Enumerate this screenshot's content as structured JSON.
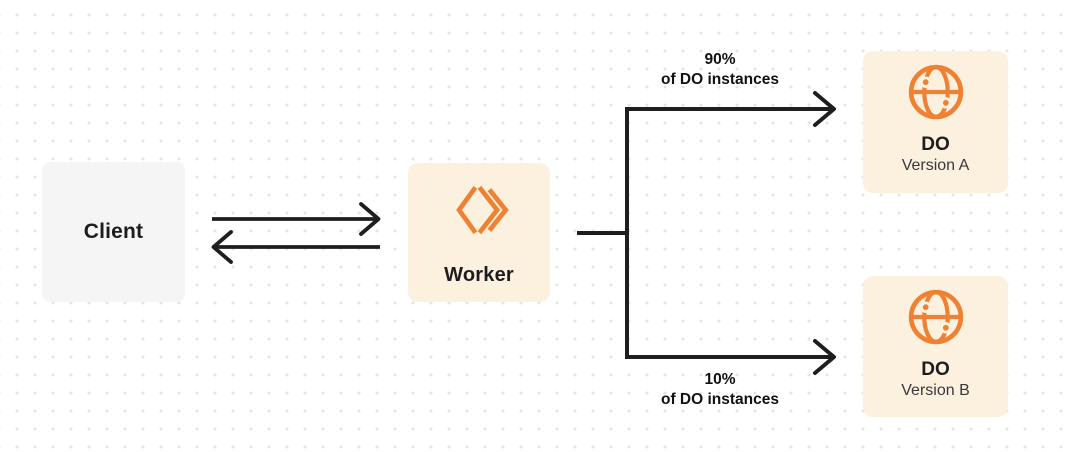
{
  "diagram": {
    "client": {
      "label": "Client"
    },
    "worker": {
      "label": "Worker"
    },
    "do_a": {
      "name": "DO",
      "version": "Version A"
    },
    "do_b": {
      "name": "DO",
      "version": "Version B"
    },
    "route_a": {
      "percent": "90%",
      "caption": "of DO instances"
    },
    "route_b": {
      "percent": "10%",
      "caption": "of DO instances"
    }
  },
  "icons": {
    "worker_icon": "workers-logo-icon",
    "do_icon": "globe-icon"
  },
  "colors": {
    "background": "#FFFFFF",
    "dot_grid": "#E4E4E6",
    "card_cream": "#FCF0DE",
    "card_gray": "#F5F5F6",
    "orange": "#EE8133",
    "line": "#1E1E1E",
    "text": "#1D1D1F",
    "text_secondary": "#39393B"
  }
}
